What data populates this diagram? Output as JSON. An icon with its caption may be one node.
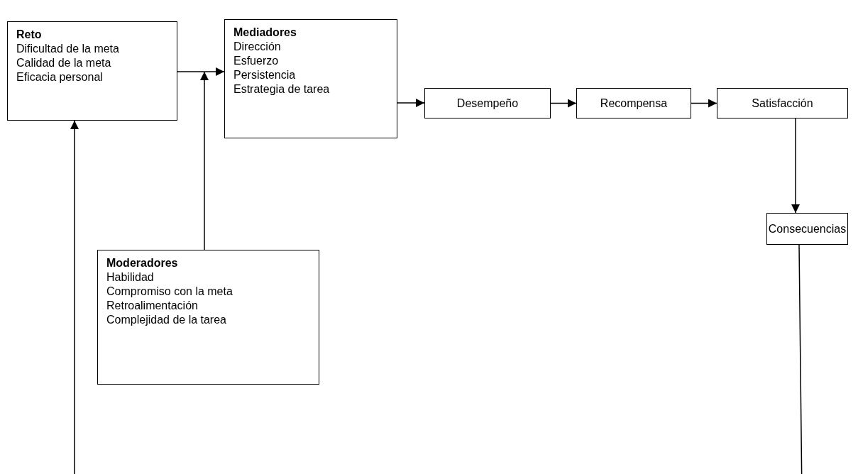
{
  "diagram": {
    "nodes": [
      {
        "text": [
          "Reto",
          "Dificultad de la meta",
          "Calidad de la meta",
          "Eficacia personal"
        ]
      },
      {
        "text": [
          "Mediadores",
          "Dirección",
          "Esfuerzo",
          "Persistencia",
          "Estrategia de tarea"
        ]
      },
      {
        "text": [
          "Desempeño"
        ]
      },
      {
        "text": [
          "Recompensa"
        ]
      },
      {
        "text": [
          "Satisfacción"
        ]
      },
      {
        "text": [
          "Consecuencias"
        ]
      },
      {
        "text": [
          "Moderadores",
          "Habilidad",
          "Compromiso con la meta",
          "Retroalimentación",
          "Complejidad de la tarea"
        ]
      }
    ],
    "edges": [
      {
        "from": 0,
        "to": 1,
        "arrow": "to"
      },
      {
        "from": 6,
        "to": 1,
        "arrow": "to"
      },
      {
        "from": 1,
        "to": 2,
        "arrow": "to"
      },
      {
        "from": 2,
        "to": 3,
        "arrow": "to"
      },
      {
        "from": 3,
        "to": 4,
        "arrow": "to"
      },
      {
        "from": 4,
        "to": 5,
        "arrow": "to"
      },
      {
        "from": 5,
        "to": 0,
        "arrow": "to"
      }
    ]
  }
}
